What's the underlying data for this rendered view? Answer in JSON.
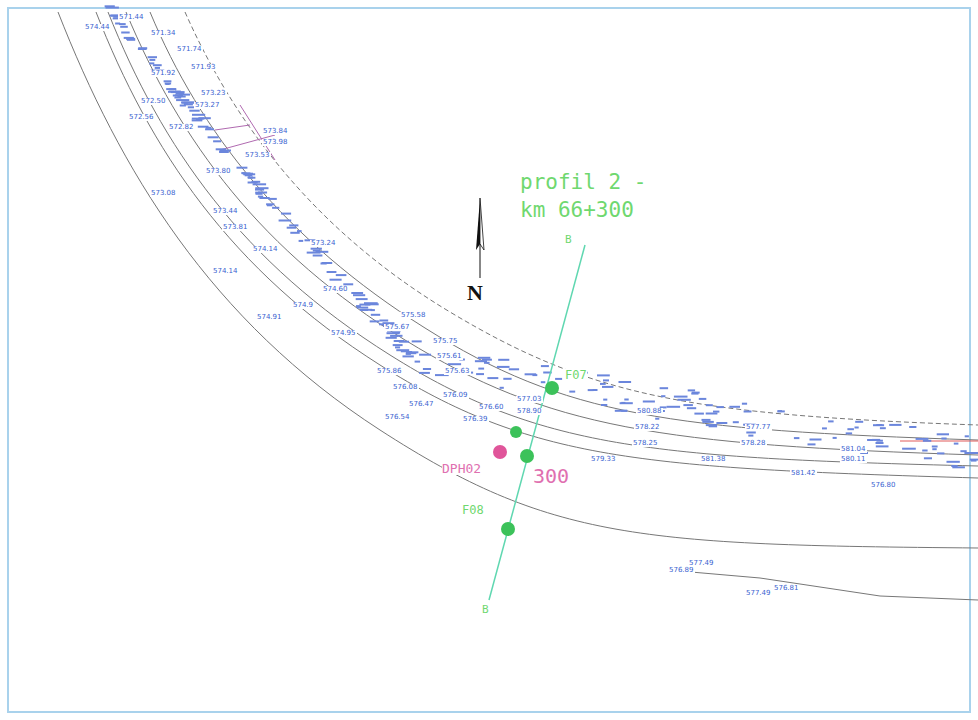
{
  "diagram": {
    "labels": [
      "profil 2 -",
      "km 66+300",
      "B",
      "B",
      "N",
      "F07",
      "F08",
      "DPH02",
      "300",
      "571.44",
      "574.44",
      "571.34",
      "571.74",
      "571.93",
      "571.92",
      "572.50",
      "573.23",
      "573.27",
      "572.56",
      "572.82",
      "573.84",
      "573.98",
      "573.53",
      "573.80",
      "573.08",
      "573.44",
      "573.81",
      "574.14",
      "573.24",
      "574.14",
      "574.60",
      "574.9",
      "574.91",
      "574.95",
      "575.67",
      "575.58",
      "575.75",
      "575.61",
      "575.63",
      "575.86",
      "576.08",
      "576.09",
      "576.47",
      "576.60",
      "576.39",
      "576.54",
      "577.03",
      "578.90",
      "580.88",
      "577.77",
      "578.22",
      "578.28",
      "578.25",
      "579.33",
      "581.38",
      "581.04",
      "580.11",
      "581.42",
      "576.80",
      "576.89",
      "577.49",
      "577.49",
      "576.81"
    ]
  }
}
